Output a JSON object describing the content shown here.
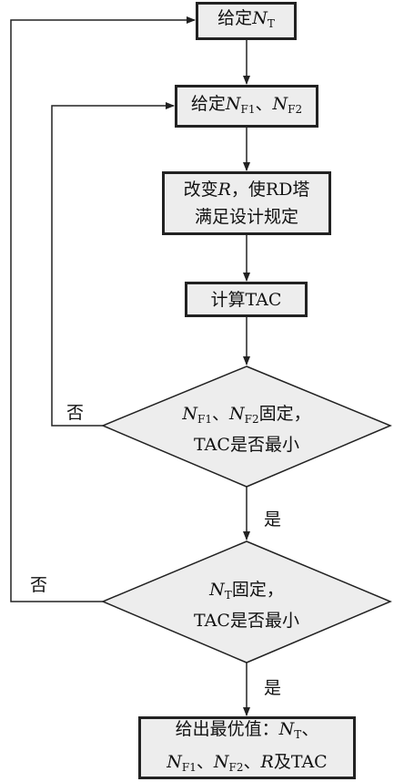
{
  "nodes": {
    "n1": {
      "prefix": "给定",
      "var": "N",
      "sub": "T"
    },
    "n2": {
      "prefix": "给定",
      "var1": "N",
      "sub1": "F1",
      "sep": "、",
      "var2": "N",
      "sub2": "F2"
    },
    "n3": {
      "var": "R",
      "line1_pre": "改变",
      "line1_post": "，使RD塔",
      "line2": "满足设计规定"
    },
    "n4": {
      "text": "计算TAC"
    },
    "d1": {
      "var1": "N",
      "sub1": "F1",
      "sep": "、",
      "var2": "N",
      "sub2": "F2",
      "line1_post": "固定，",
      "line2": "TAC是否最小"
    },
    "d2": {
      "var": "N",
      "sub": "T",
      "line1_post": "固定，",
      "line2": "TAC是否最小"
    },
    "n5": {
      "line1_pre": "给出最优值：",
      "var1": "N",
      "sub1": "T",
      "line1_post": "、",
      "var2": "N",
      "sub2": "F1",
      "sep2": "、",
      "var3": "N",
      "sub3": "F2",
      "sep3": "、",
      "var4": "R",
      "line2_post": "及TAC"
    }
  },
  "labels": {
    "no_1": "否",
    "yes_1": "是",
    "no_2": "否",
    "yes_2": "是"
  }
}
